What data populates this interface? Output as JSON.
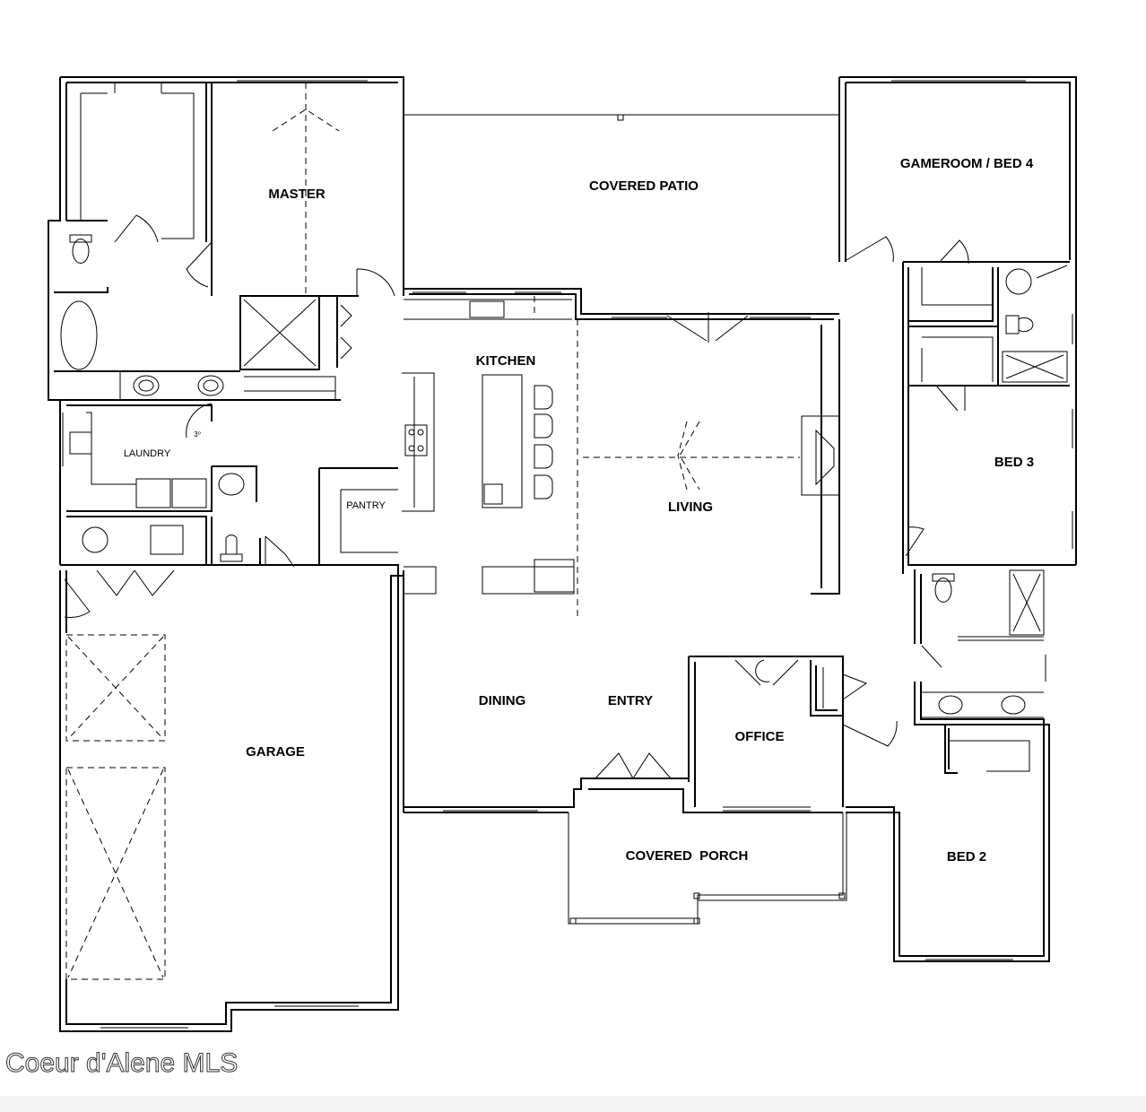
{
  "rooms": {
    "master": "MASTER",
    "covered_patio": "COVERED PATIO",
    "gameroom": "GAMEROOM / BED 4",
    "kitchen": "KITCHEN",
    "laundry": "LAUNDRY",
    "pantry": "PANTRY",
    "living": "LIVING",
    "bed3": "BED 3",
    "dining": "DINING",
    "entry": "ENTRY",
    "office": "OFFICE",
    "garage": "GARAGE",
    "covered_porch": "COVERED  PORCH",
    "bed2": "BED 2"
  },
  "annotations": {
    "laundry_note": "3⁰"
  },
  "watermark": "Coeur d'Alene MLS"
}
